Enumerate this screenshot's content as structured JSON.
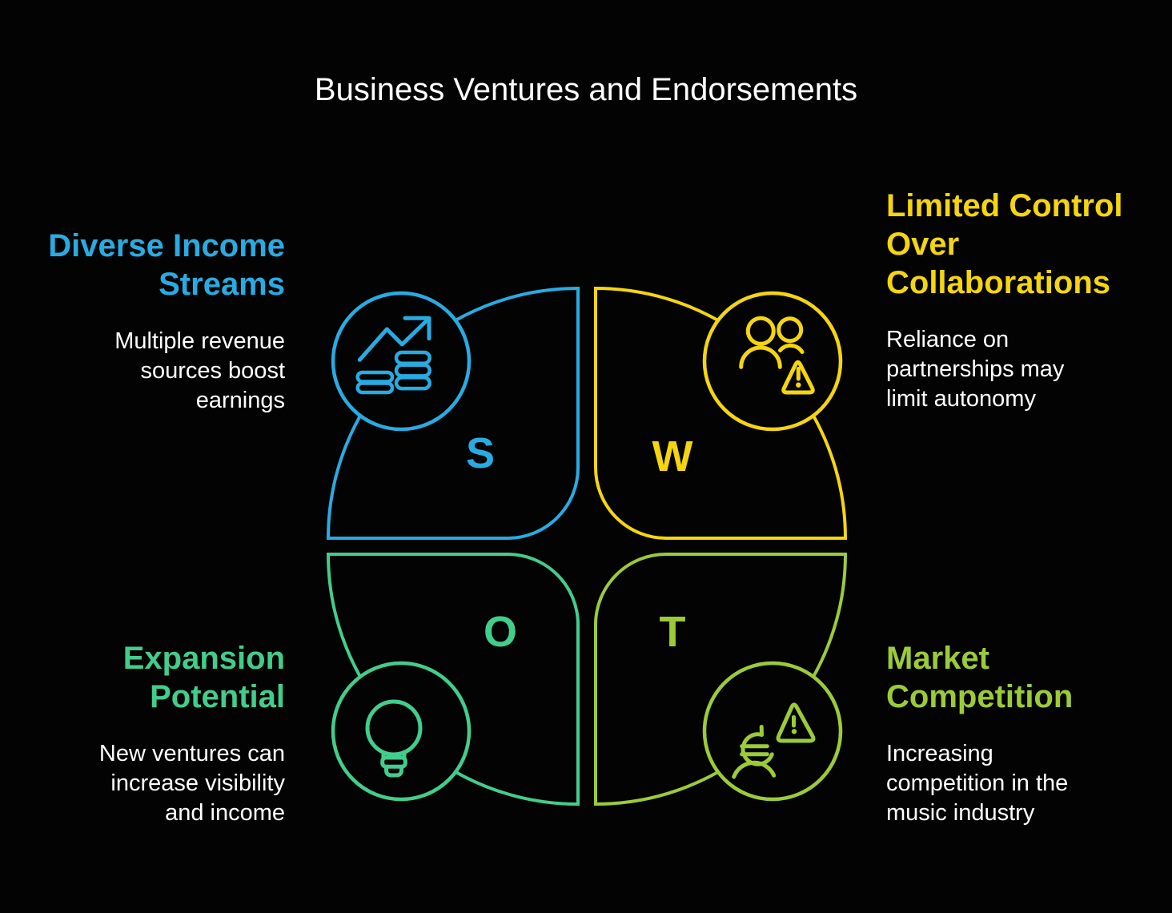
{
  "title": "Business Ventures and Endorsements",
  "colors": {
    "background": "#030303",
    "text": "#FFFFFF",
    "strengths": "#29ABE2",
    "weaknesses": "#F5D60E",
    "opportunities": "#43CD8C",
    "threats": "#9CCB39"
  },
  "quadrants": [
    {
      "key": "strengths",
      "letter": "S",
      "icon": "trend-up-coins-icon",
      "heading": "Diverse Income\nStreams",
      "description": "Multiple revenue\nsources boost\nearnings"
    },
    {
      "key": "weaknesses",
      "letter": "W",
      "icon": "partners-warning-icon",
      "heading": "Limited Control\nOver\nCollaborations",
      "description": "Reliance on\npartnerships may\nlimit autonomy"
    },
    {
      "key": "opportunities",
      "letter": "O",
      "icon": "lightbulb-icon",
      "heading": "Expansion\nPotential",
      "description": "New ventures can\nincrease visibility\nand income"
    },
    {
      "key": "threats",
      "letter": "T",
      "icon": "euro-person-warning-icon",
      "heading": "Market\nCompetition",
      "description": "Increasing\ncompetition in the\nmusic industry"
    }
  ]
}
